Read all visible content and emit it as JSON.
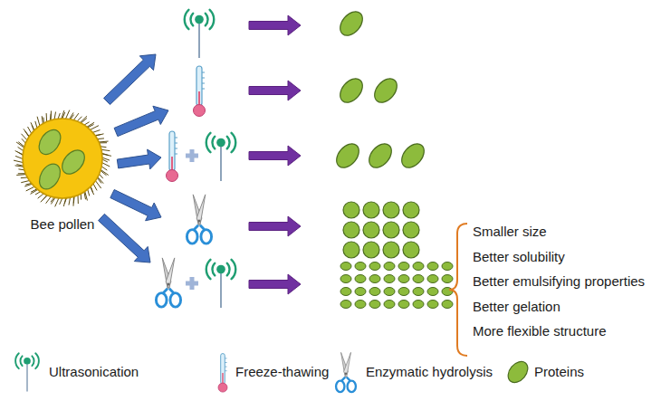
{
  "diagram": {
    "nodes": [
      {
        "text": [
          "Bee pollen"
        ]
      }
    ],
    "labels": [
      "Smaller size",
      "Better solubility",
      "Better emulsifying properties",
      "Better gelation",
      "More flexible structure"
    ],
    "legend": [
      {
        "text": "Ultrasonication"
      },
      {
        "text": "Freeze-thawing"
      },
      {
        "text": "Enzymatic hydrolysis"
      },
      {
        "text": "Proteins"
      }
    ]
  }
}
